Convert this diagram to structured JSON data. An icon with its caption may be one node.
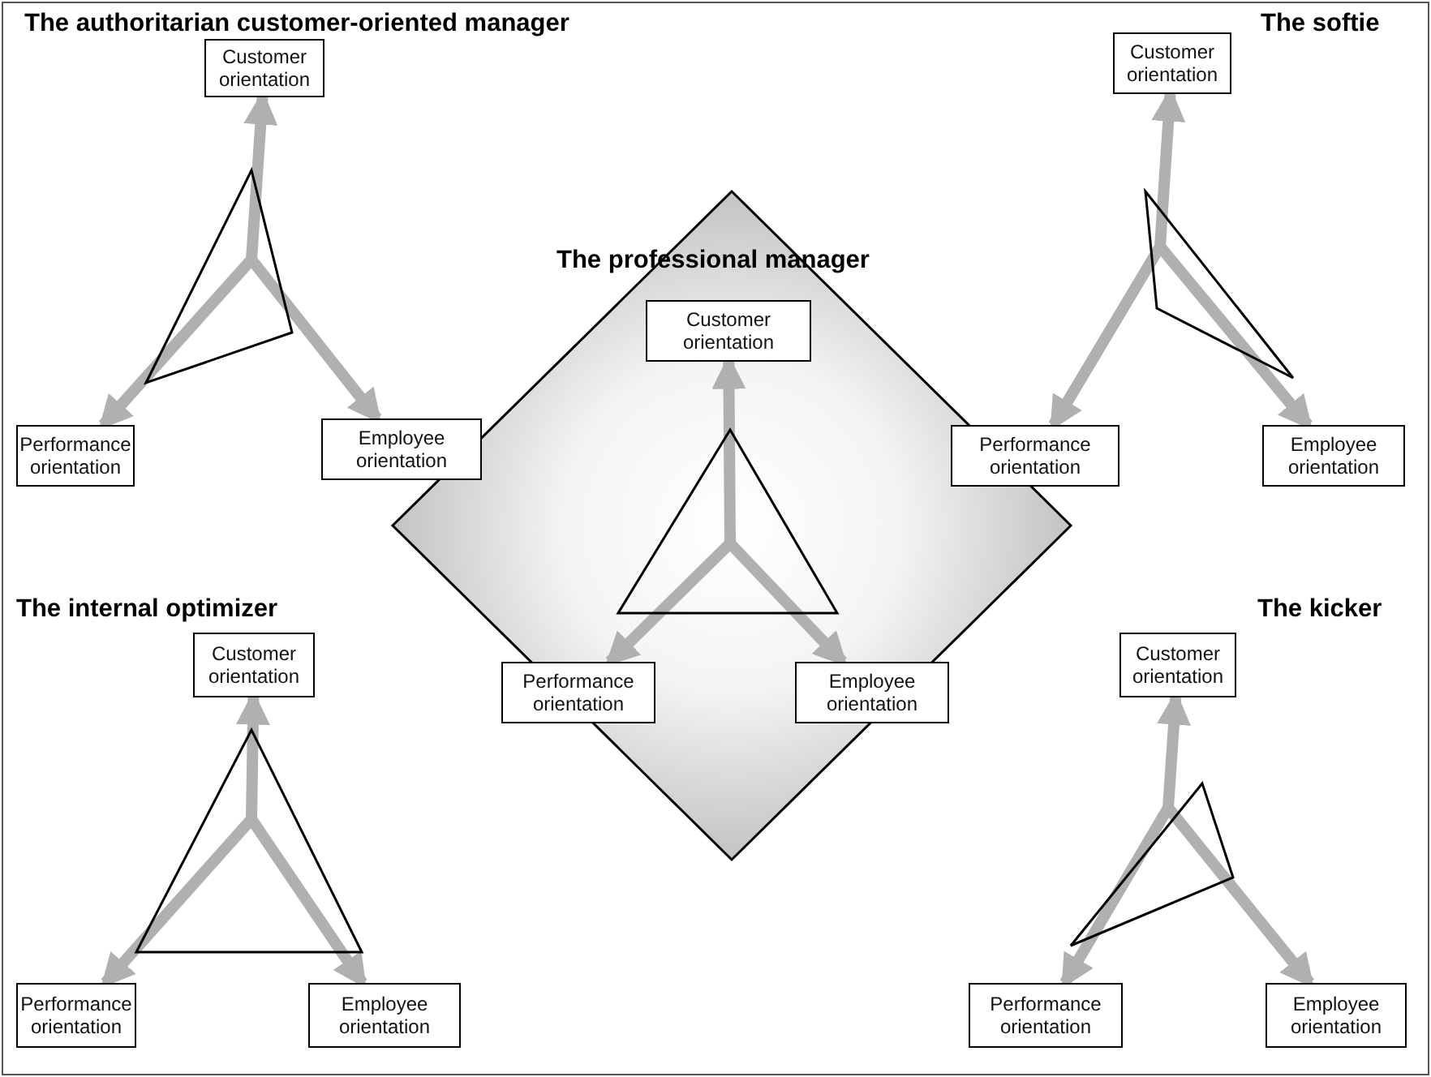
{
  "diagram": {
    "nodes": [
      {
        "text": [
          "Customer orientation"
        ]
      },
      {
        "text": [
          "Performance orientation"
        ]
      },
      {
        "text": [
          "Employee orientation"
        ]
      },
      {
        "text": [
          "Customer orientation"
        ]
      },
      {
        "text": [
          "Performance orientation"
        ]
      },
      {
        "text": [
          "Employee orientation"
        ]
      },
      {
        "text": [
          "The professional manager"
        ]
      },
      {
        "text": [
          "Customer orientation"
        ],
        "in": 6
      },
      {
        "text": [
          "Performance orientation"
        ],
        "in": 6
      },
      {
        "text": [
          "Employee orientation"
        ],
        "in": 6
      },
      {
        "text": [
          "Customer orientation"
        ]
      },
      {
        "text": [
          "Performance orientation"
        ]
      },
      {
        "text": [
          "Employee orientation"
        ]
      },
      {
        "text": [
          "Customer orientation"
        ]
      },
      {
        "text": [
          "Performance orientation"
        ]
      },
      {
        "text": [
          "Employee orientation"
        ]
      },
      {
        "text": [],
        "shape": "triangle"
      },
      {
        "text": [],
        "shape": "triangle"
      },
      {
        "text": [],
        "shape": "triangle",
        "in": 6
      },
      {
        "text": [],
        "shape": "triangle"
      },
      {
        "text": [],
        "shape": "triangle"
      }
    ],
    "edges": [
      {
        "from": 16,
        "to": 0,
        "arrow": "to"
      },
      {
        "from": 16,
        "to": 1,
        "arrow": "to"
      },
      {
        "from": 16,
        "to": 2,
        "arrow": "to"
      },
      {
        "from": 17,
        "to": 3,
        "arrow": "to"
      },
      {
        "from": 17,
        "to": 4,
        "arrow": "to"
      },
      {
        "from": 17,
        "to": 5,
        "arrow": "to"
      },
      {
        "from": 18,
        "to": 7,
        "arrow": "to"
      },
      {
        "from": 18,
        "to": 8,
        "arrow": "to"
      },
      {
        "from": 18,
        "to": 9,
        "arrow": "to"
      },
      {
        "from": 19,
        "to": 10,
        "arrow": "to"
      },
      {
        "from": 19,
        "to": 11,
        "arrow": "to"
      },
      {
        "from": 19,
        "to": 12,
        "arrow": "to"
      },
      {
        "from": 20,
        "to": 13,
        "arrow": "to"
      },
      {
        "from": 20,
        "to": 14,
        "arrow": "to"
      },
      {
        "from": 20,
        "to": 15,
        "arrow": "to"
      }
    ],
    "labels": [
      "The authoritarian customer-oriented manager",
      "The softie",
      "The internal optimizer",
      "The kicker"
    ]
  }
}
